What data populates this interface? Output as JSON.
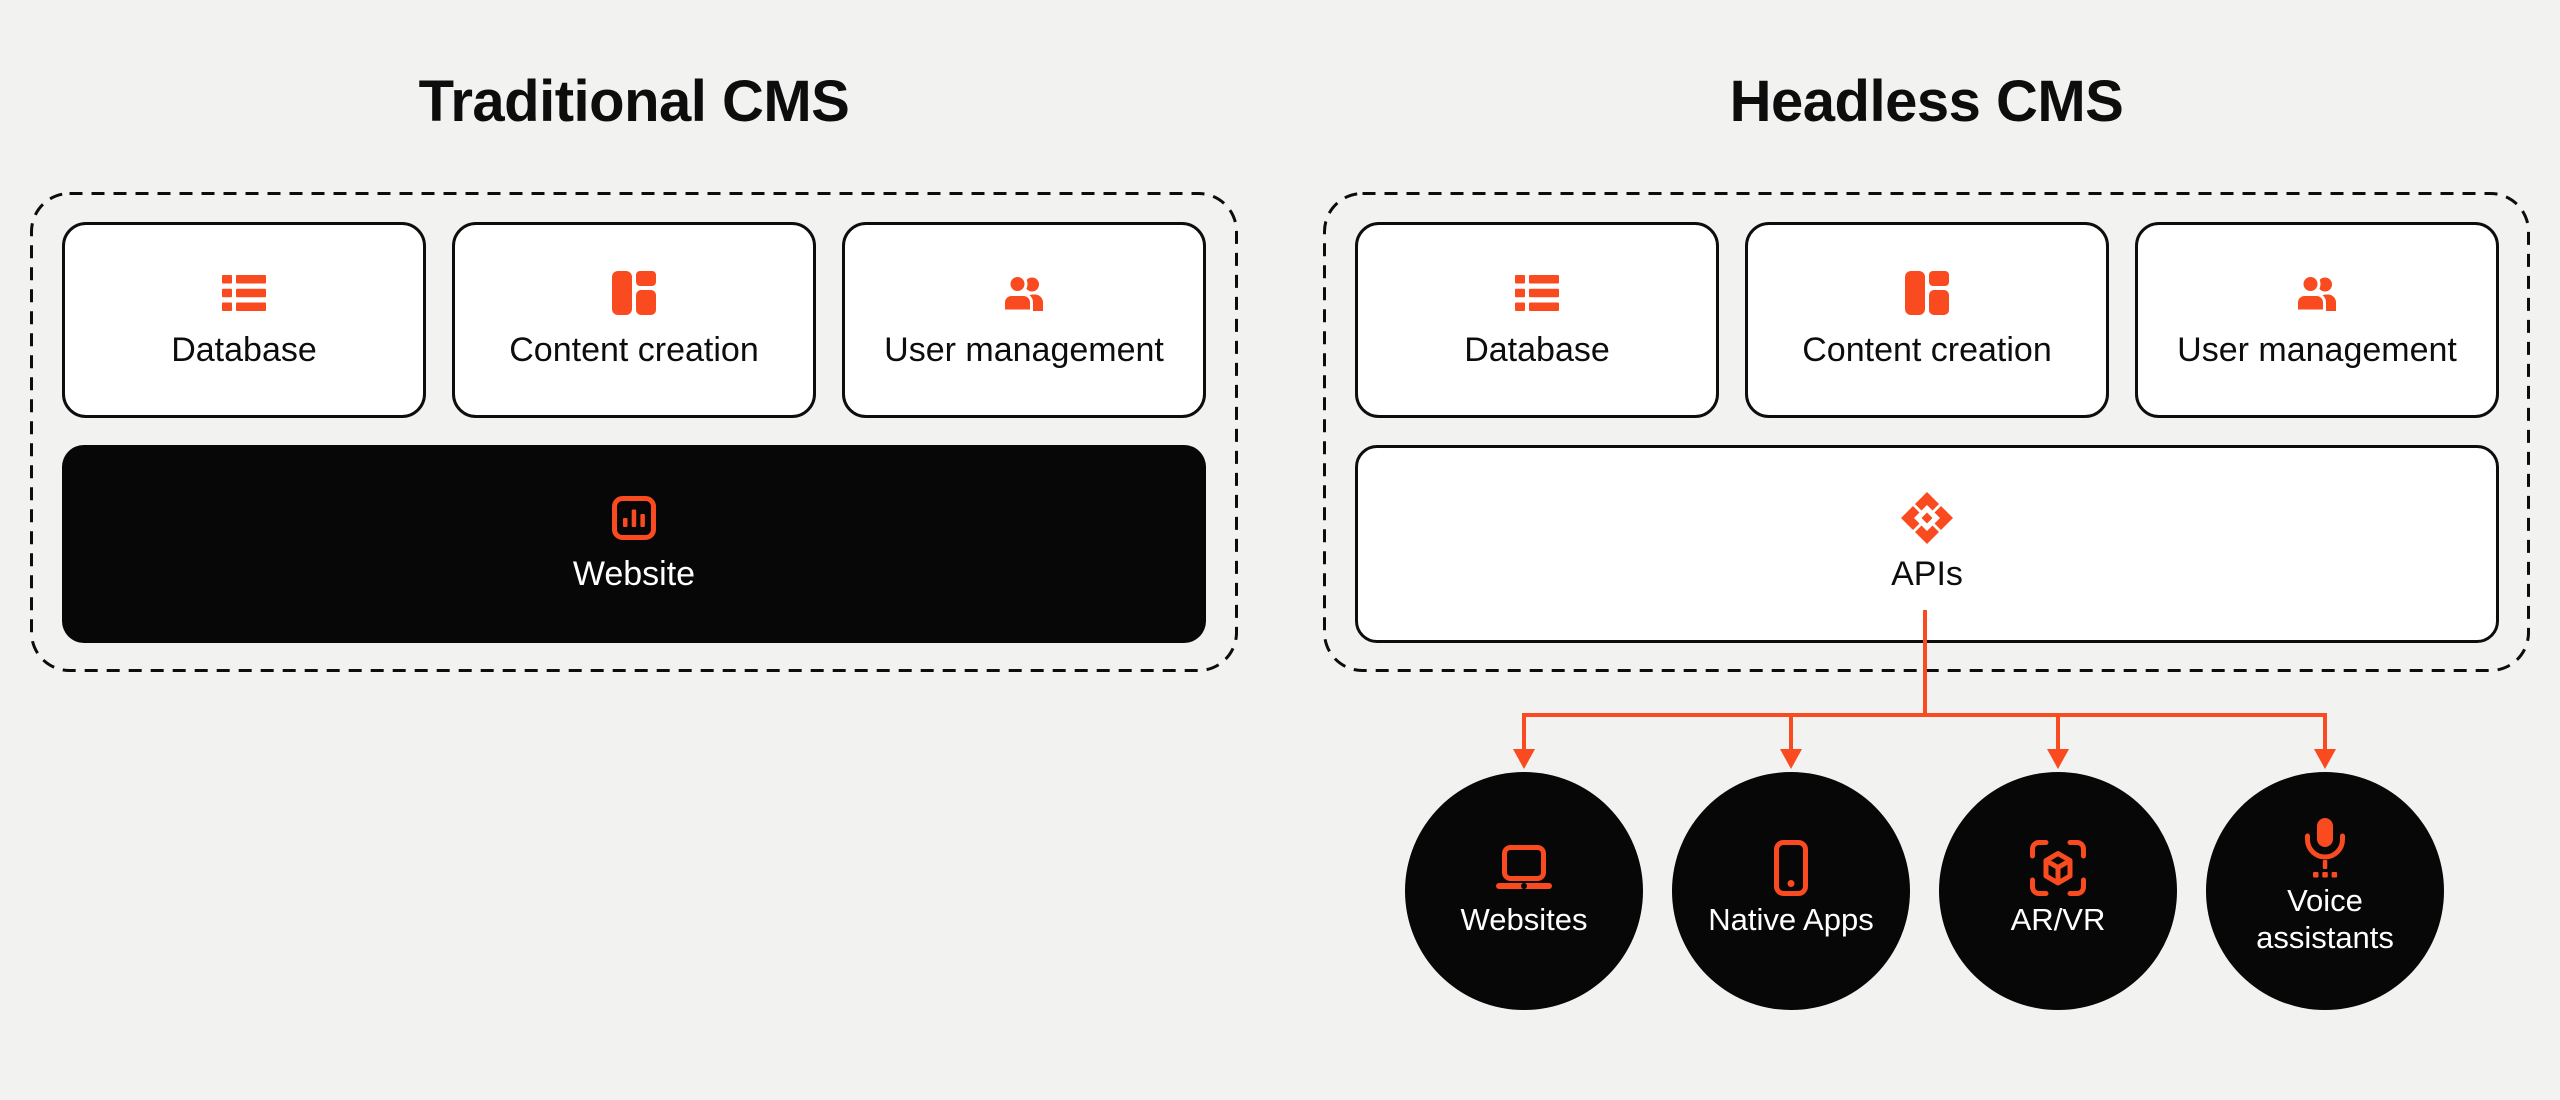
{
  "colors": {
    "accent": "#FA4A1F",
    "background": "#F2F2F1",
    "ink": "#0D0D0D",
    "dark": "#070707"
  },
  "traditional": {
    "title": "Traditional CMS",
    "modules": [
      {
        "label": "Database",
        "icon": "database-icon"
      },
      {
        "label": "Content creation",
        "icon": "content-creation-icon"
      },
      {
        "label": "User management",
        "icon": "user-management-icon"
      }
    ],
    "output": {
      "label": "Website",
      "icon": "website-analytics-icon"
    }
  },
  "headless": {
    "title": "Headless CMS",
    "modules": [
      {
        "label": "Database",
        "icon": "database-icon"
      },
      {
        "label": "Content creation",
        "icon": "content-creation-icon"
      },
      {
        "label": "User management",
        "icon": "user-management-icon"
      }
    ],
    "api_layer": {
      "label": "APIs",
      "icon": "apis-diamond-icon"
    },
    "channels": [
      {
        "label": "Websites",
        "icon": "laptop-icon"
      },
      {
        "label": "Native Apps",
        "icon": "smartphone-icon"
      },
      {
        "label": "AR/VR",
        "icon": "ar-cube-icon"
      },
      {
        "label": "Voice assistants",
        "icon": "microphone-icon"
      }
    ]
  }
}
